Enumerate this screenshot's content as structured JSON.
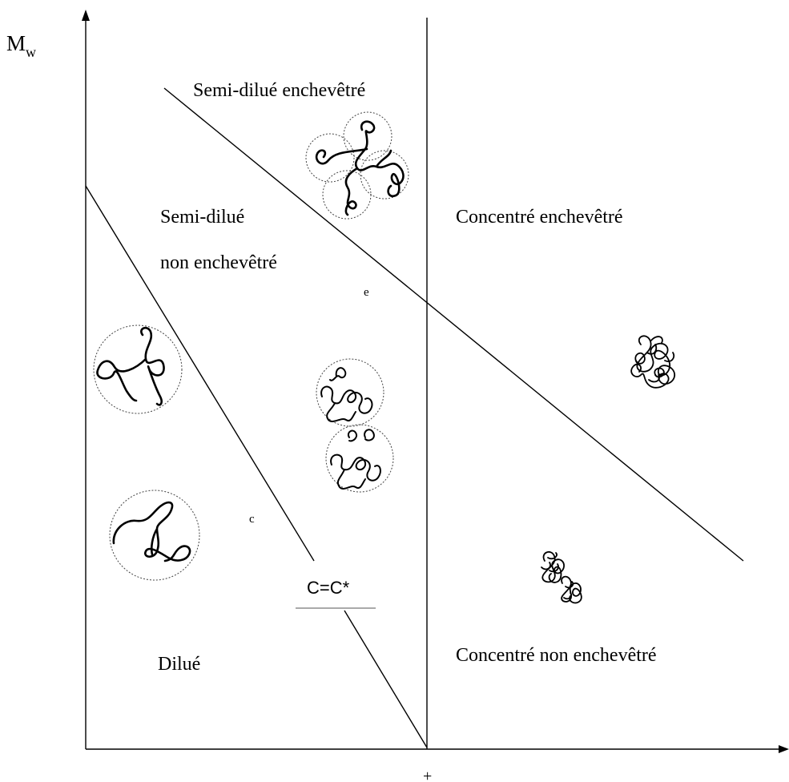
{
  "y_axis_label": {
    "main": "M",
    "sub": "w"
  },
  "x_axis_label": "+",
  "regions": {
    "semi_dilute_entangled": "Semi-dilué enchevêtré",
    "semi_dilute_non_entangled_line1": "Semi-dilué",
    "semi_dilute_non_entangled_line2": "non enchevêtré",
    "concentrated_entangled": "Concentré enchevêtré",
    "concentrated_non_entangled": "Concentré non enchevêtré",
    "dilute": "Dilué"
  },
  "boundary_labels": {
    "c_e": "e",
    "c_star_small": "c",
    "c_star_box": "C=C*"
  }
}
